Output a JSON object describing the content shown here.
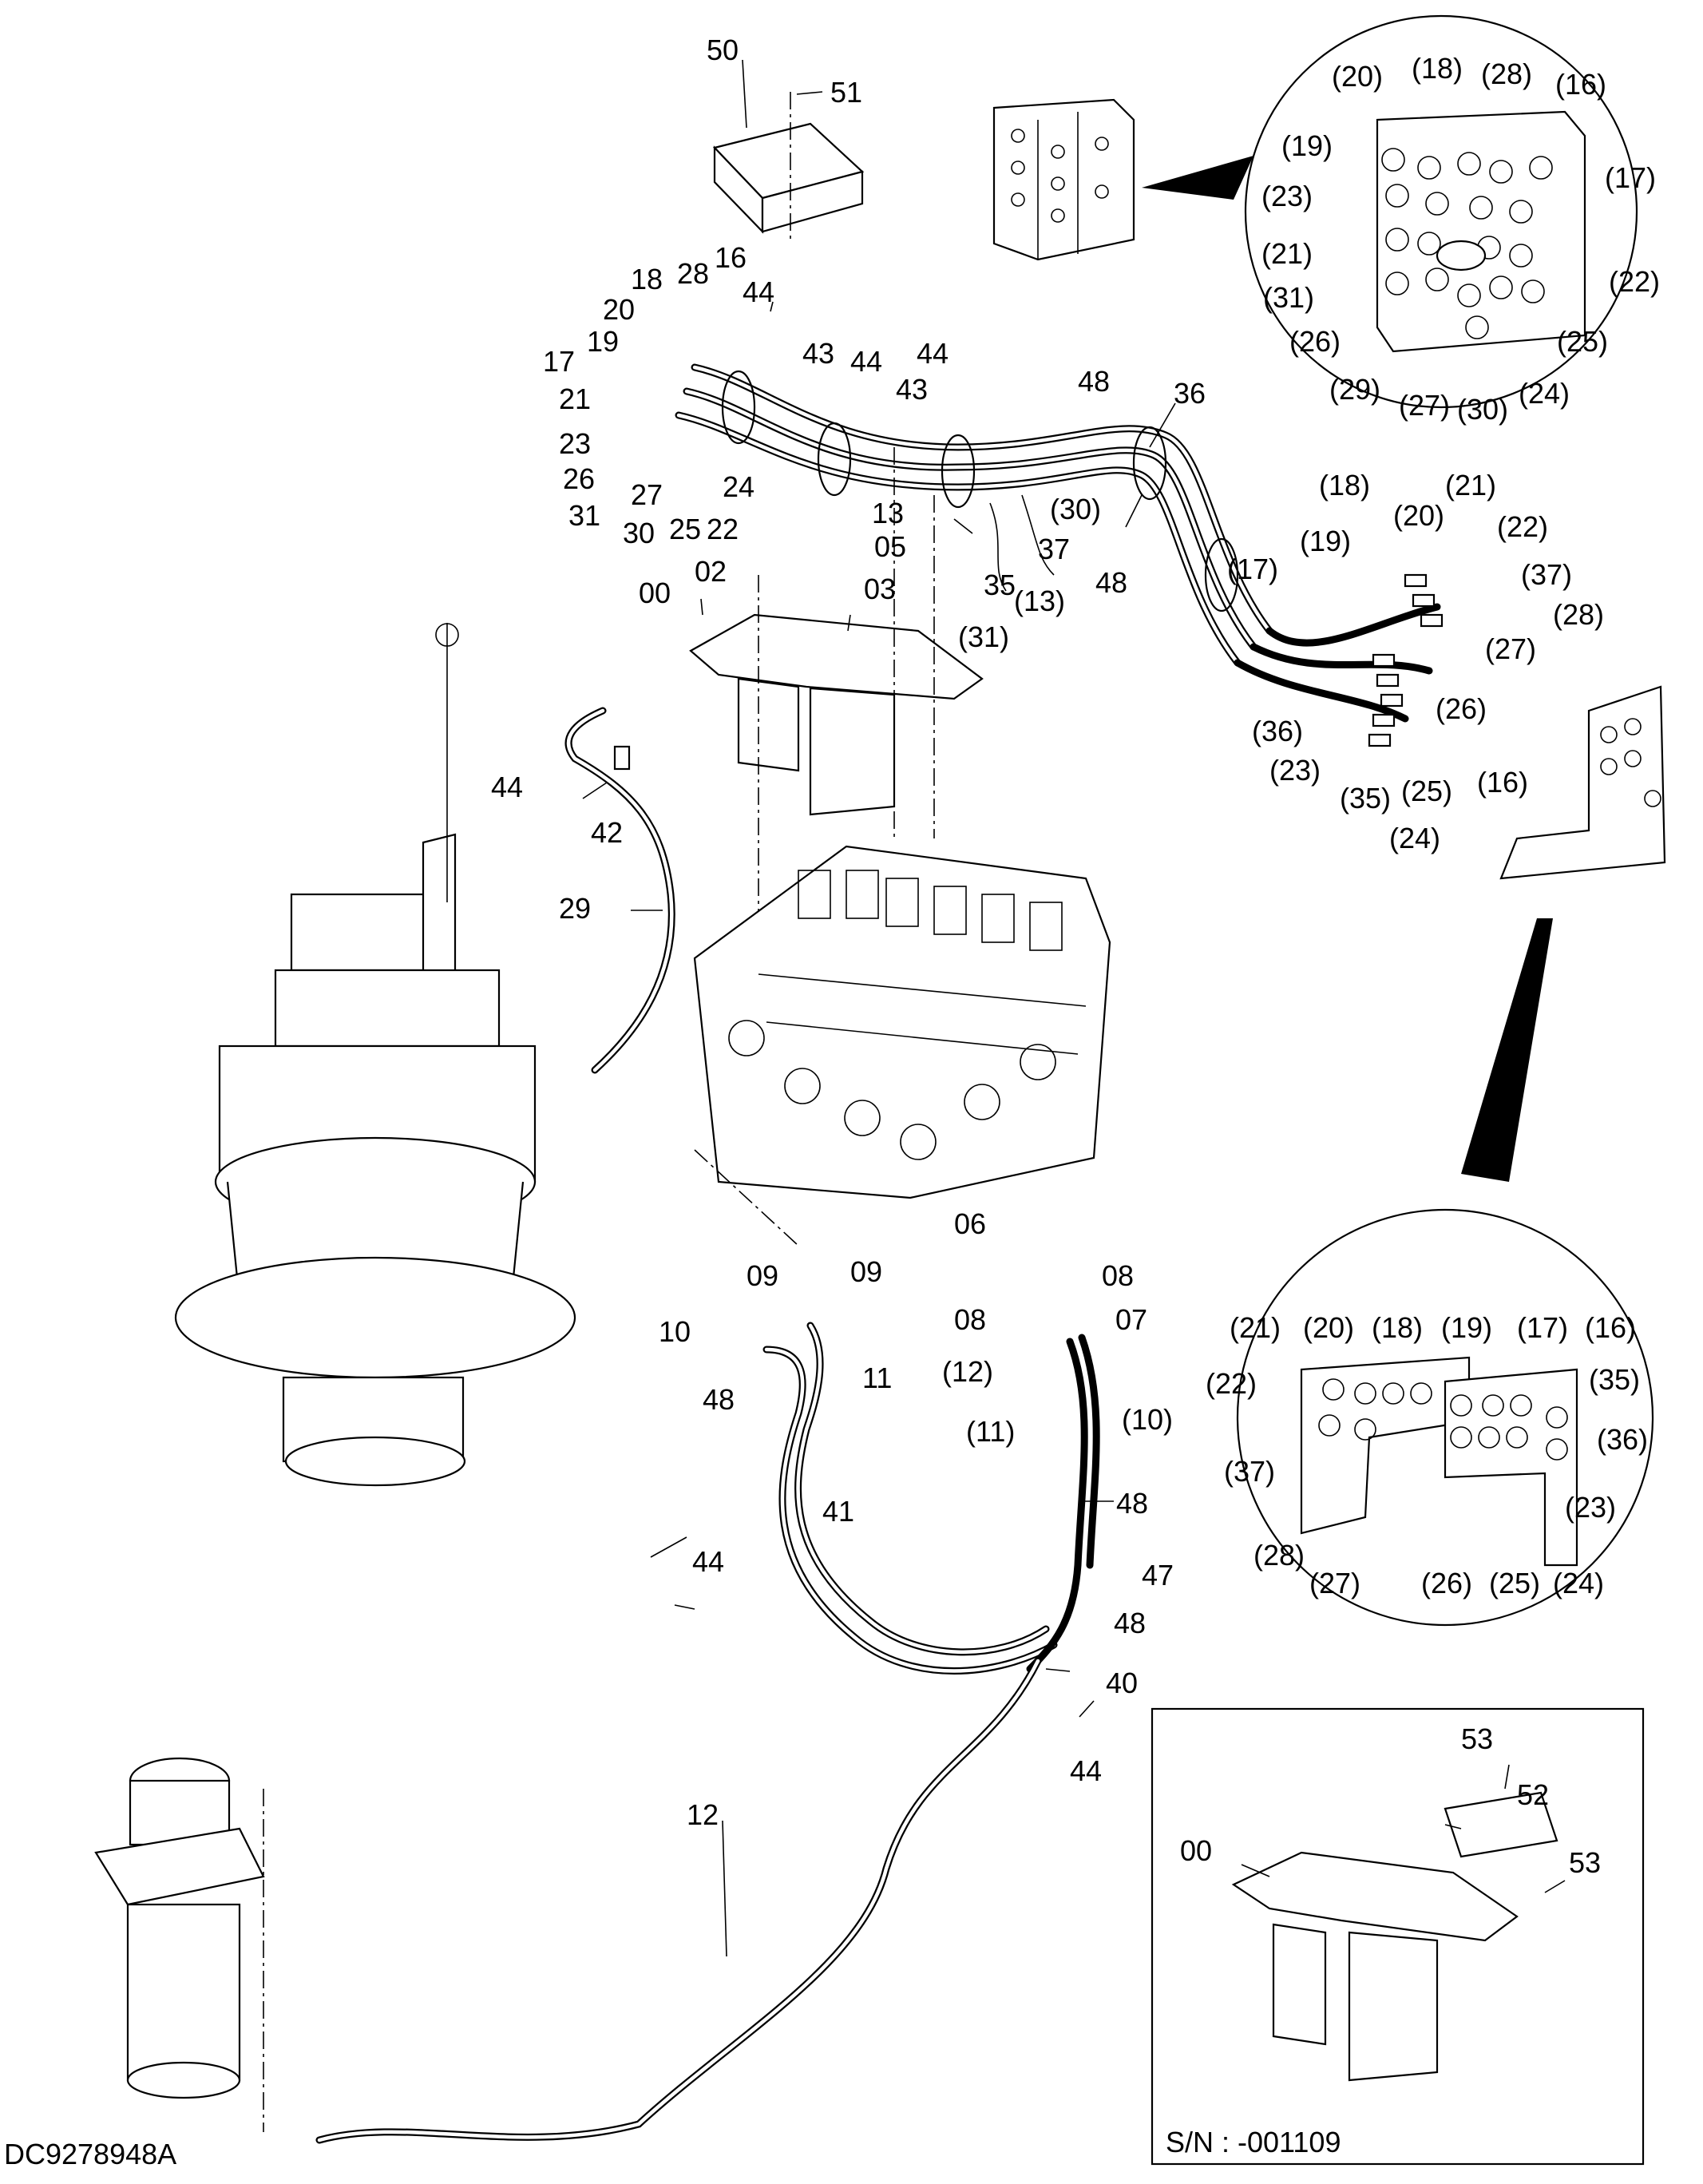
{
  "drawing_id": "DC9278948A",
  "serial_note": "S/N : -001109",
  "callouts": {
    "c00_main": "00",
    "c02": "02",
    "c03": "03",
    "c05": "05",
    "c06": "06",
    "c07": "07",
    "c08_a": "08",
    "c08_b": "08",
    "c09_a": "09",
    "c09_b": "09",
    "c10": "10",
    "c10p": "(10)",
    "c11": "11",
    "c11p": "(11)",
    "c12": "12",
    "c12p": "(12)",
    "c13": "13",
    "c13p": "(13)",
    "c16": "16",
    "c17": "17",
    "c18": "18",
    "c19": "19",
    "c20": "20",
    "c21": "21",
    "c22": "22",
    "c23": "23",
    "c24": "24",
    "c25": "25",
    "c26": "26",
    "c27": "27",
    "c28": "28",
    "c29": "29",
    "c30": "30",
    "c30p": "(30)",
    "c31": "31",
    "c31p": "(31)",
    "c35": "35",
    "c36": "36",
    "c37": "37",
    "c40": "40",
    "c41": "41",
    "c42": "42",
    "c43_a": "43",
    "c43_b": "43",
    "c44_a": "44",
    "c44_b": "44",
    "c44_c": "44",
    "c44_d": "44",
    "c44_e": "44",
    "c44_f": "44",
    "c47": "47",
    "c48_a": "48",
    "c48_b": "48",
    "c48_c": "48",
    "c48_d": "48",
    "c48_e": "48",
    "c50": "50",
    "c51": "51",
    "c00_inset": "00",
    "c52": "52",
    "c53_a": "53",
    "c53_b": "53"
  },
  "circle_top": [
    "(20)",
    "(18)",
    "(28)",
    "(16)",
    "(19)",
    "(17)",
    "(23)",
    "(21)",
    "(22)",
    "(31)",
    "(26)",
    "(25)",
    "(29)",
    "(27)",
    "(30)",
    "(24)"
  ],
  "right_fan": [
    "(18)",
    "(20)",
    "(21)",
    "(22)",
    "(19)",
    "(37)",
    "(17)",
    "(28)",
    "(27)",
    "(26)",
    "(36)",
    "(23)",
    "(35)",
    "(25)",
    "(16)",
    "(24)"
  ],
  "circle_bottom": [
    "(21)",
    "(20)",
    "(18)",
    "(19)",
    "(17)",
    "(16)",
    "(22)",
    "(35)",
    "(37)",
    "(36)",
    "(23)",
    "(28)",
    "(27)",
    "(26)",
    "(25)",
    "(24)"
  ]
}
